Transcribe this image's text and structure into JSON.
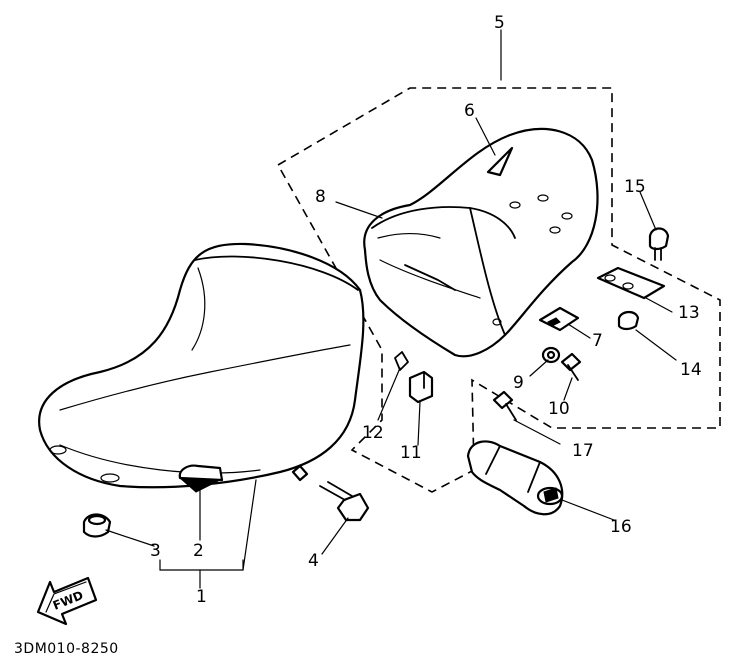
{
  "callouts": {
    "c1": "1",
    "c2": "2",
    "c3": "3",
    "c4": "4",
    "c5": "5",
    "c6": "6",
    "c7": "7",
    "c8": "8",
    "c9": "9",
    "c10": "10",
    "c11": "11",
    "c12": "12",
    "c13": "13",
    "c14": "14",
    "c15": "15",
    "c16": "16",
    "c17": "17"
  },
  "fwd_label": "FWD",
  "drawing_code": "3DM010-8250"
}
